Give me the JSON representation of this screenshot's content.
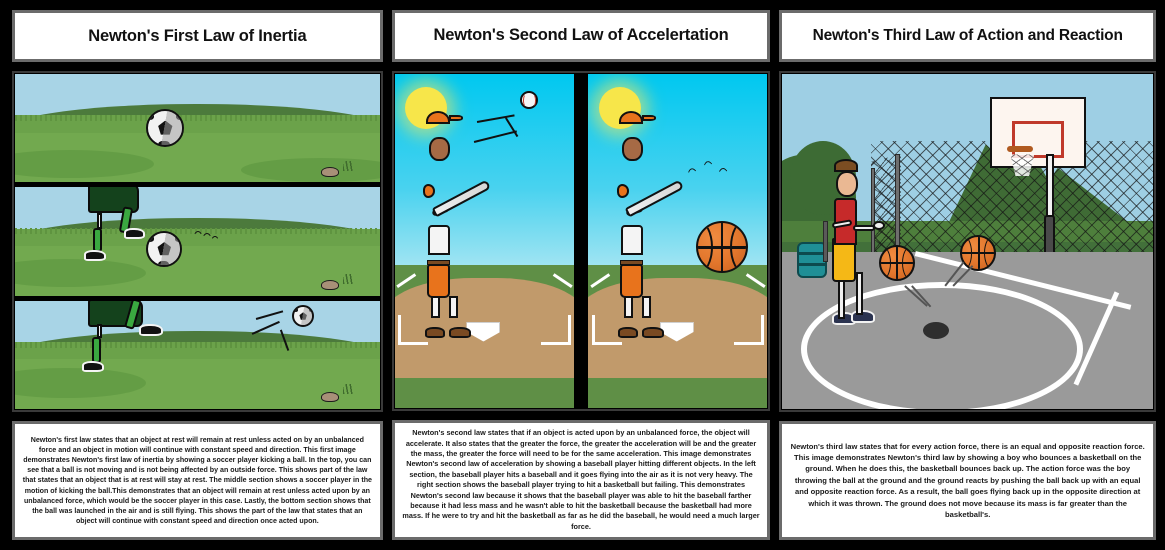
{
  "storyboard": {
    "background_color": "#000000",
    "panels": [
      {
        "id": "first-law",
        "title": "Newton's First Law of Inertia",
        "scenes": [
          {
            "name": "ball-at-rest",
            "description": "Soccer ball at rest on grass field"
          },
          {
            "name": "player-kicking-ball",
            "description": "Soccer player kicking the ball"
          },
          {
            "name": "ball-in-flight",
            "description": "Ball launched in the air and still flying"
          }
        ],
        "caption": "Newton's first law states that an object at rest will remain at rest unless acted on by an unbalanced force and an object in motion will continue with constant speed and direction. This first image demonstrates Newton's first law of inertia by showing a soccer player kicking a ball. In the top, you can see that a ball is not moving and is not being affected by an outside force. This shows part of the law that states that an object that is at rest will stay at rest. The middle section shows a soccer player in the motion of kicking the ball.This demonstrates that an object will remain at rest unless acted upon by an unbalanced force, which would be the soccer player in this case. Lastly, the bottom section shows that the ball was launched in the air and is still flying. This shows the part of the law that states that an object will continue with constant speed and direction once acted upon."
      },
      {
        "id": "second-law",
        "title": "Newton's Second Law of Accelertation",
        "scenes": [
          {
            "name": "batter-hits-baseball",
            "description": "Baseball player hits a baseball that goes flying into the air"
          },
          {
            "name": "batter-misses-basketball",
            "description": "Baseball player failing to hit a basketball"
          }
        ],
        "caption": "Newton's second law states that if an object is acted upon by an unbalanced force, the object will accelerate. It also states that the greater the force, the greater the acceleration will be and the greater the mass, the greater the force will need to be for the same acceleration. This image demonstrates Newton's second law of acceleration by showing a baseball player hitting different objects. In the left section, the baseball player hits a baseball and it goes flying into the air as it is not very heavy. The right section shows the baseball player trying to hit a basketball but failing. This demonstrates Newton's second law because it shows that the baseball player was able to hit the baseball farther because it had less mass and he wasn't able to hit the basketball because the basketball had more mass. If he were to try and hit the basketball as far as he did the baseball, he would need a much larger force."
      },
      {
        "id": "third-law",
        "title": "Newton's Third Law of Action and Reaction",
        "scenes": [
          {
            "name": "boy-bouncing-basketball",
            "description": "Boy bouncing a basketball on the ground of a basketball court"
          }
        ],
        "caption": "Newton's third law states that for every action force, there is an equal and opposite reaction force. This image demonstrates Newton's third law by showing a boy who bounces a basketball on the ground. When he does this, the basketball bounces back up. The action force was the boy throwing the ball at the ground and the ground reacts by pushing the ball back up with an equal and opposite reaction force. As a result, the ball goes flying back up in the opposite direction at which it was thrown. The ground does not move because its mass is far greater than the basketball's."
      }
    ]
  },
  "palette": {
    "sky_soccer": "#a8d4e6",
    "grass": "#6ba24a",
    "hill": "#4c7a3c",
    "sky_baseball": "#00c8f0",
    "sun": "#f7e64a",
    "dirt": "#c19a6b",
    "uniform_orange": "#e8731c",
    "basketball_orange": "#e2762c",
    "court_gray": "#9a9a9a",
    "fence_green": "#3f6b35",
    "tank_red": "#c62a2a",
    "shorts_yellow": "#f5b816",
    "soccer_jersey_green": "#1f7a2e",
    "border_gray": "#6b6b6b",
    "barrel_teal": "#1f8f96"
  }
}
